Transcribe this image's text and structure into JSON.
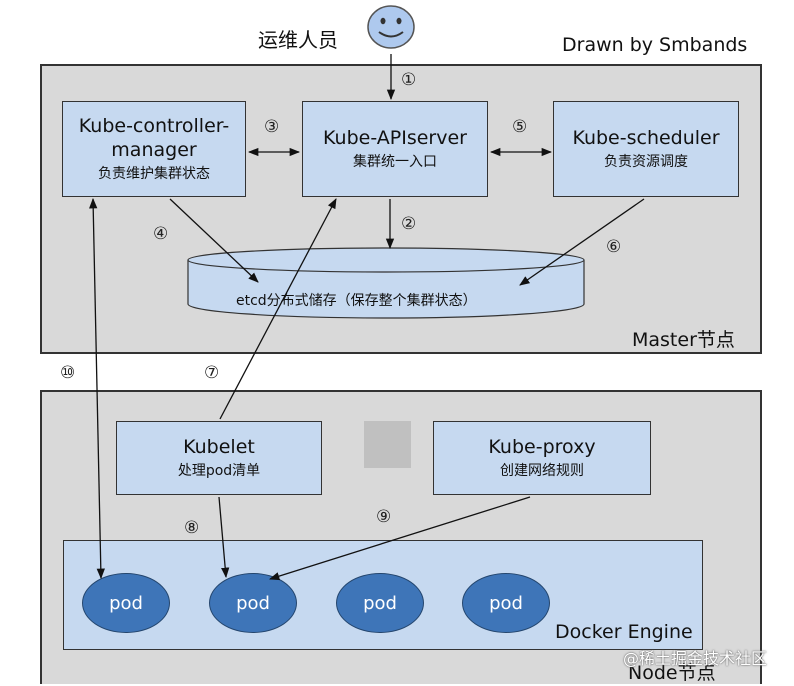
{
  "header": {
    "operator_label": "运维人员",
    "credit": "Drawn by Smbands"
  },
  "master": {
    "label": "Master节点",
    "controller": {
      "title_line1": "Kube-controller-",
      "title_line2": "manager",
      "desc": "负责维护集群状态"
    },
    "apiserver": {
      "title": "Kube-APIserver",
      "desc": "集群统一入口"
    },
    "scheduler": {
      "title": "Kube-scheduler",
      "desc": "负责资源调度"
    },
    "etcd": {
      "label": "etcd分布式储存（保存整个集群状态）"
    }
  },
  "node": {
    "label": "Node节点",
    "kubelet": {
      "title": "Kubelet",
      "desc": "处理pod清单"
    },
    "proxy": {
      "title": "Kube-proxy",
      "desc": "创建网络规则"
    },
    "engine_label": "Docker Engine",
    "pods": [
      "pod",
      "pod",
      "pod",
      "pod"
    ]
  },
  "steps": [
    "①",
    "②",
    "③",
    "④",
    "⑤",
    "⑥",
    "⑦",
    "⑧",
    "⑨",
    "⑩"
  ],
  "watermark": "@稀土掘金技术社区",
  "colors": {
    "panel": "#d9d9d9",
    "box": "#c6d9f0",
    "pod": "#3e75b8",
    "engine": "#c6d9f0",
    "smiley": "#aec9ee"
  }
}
